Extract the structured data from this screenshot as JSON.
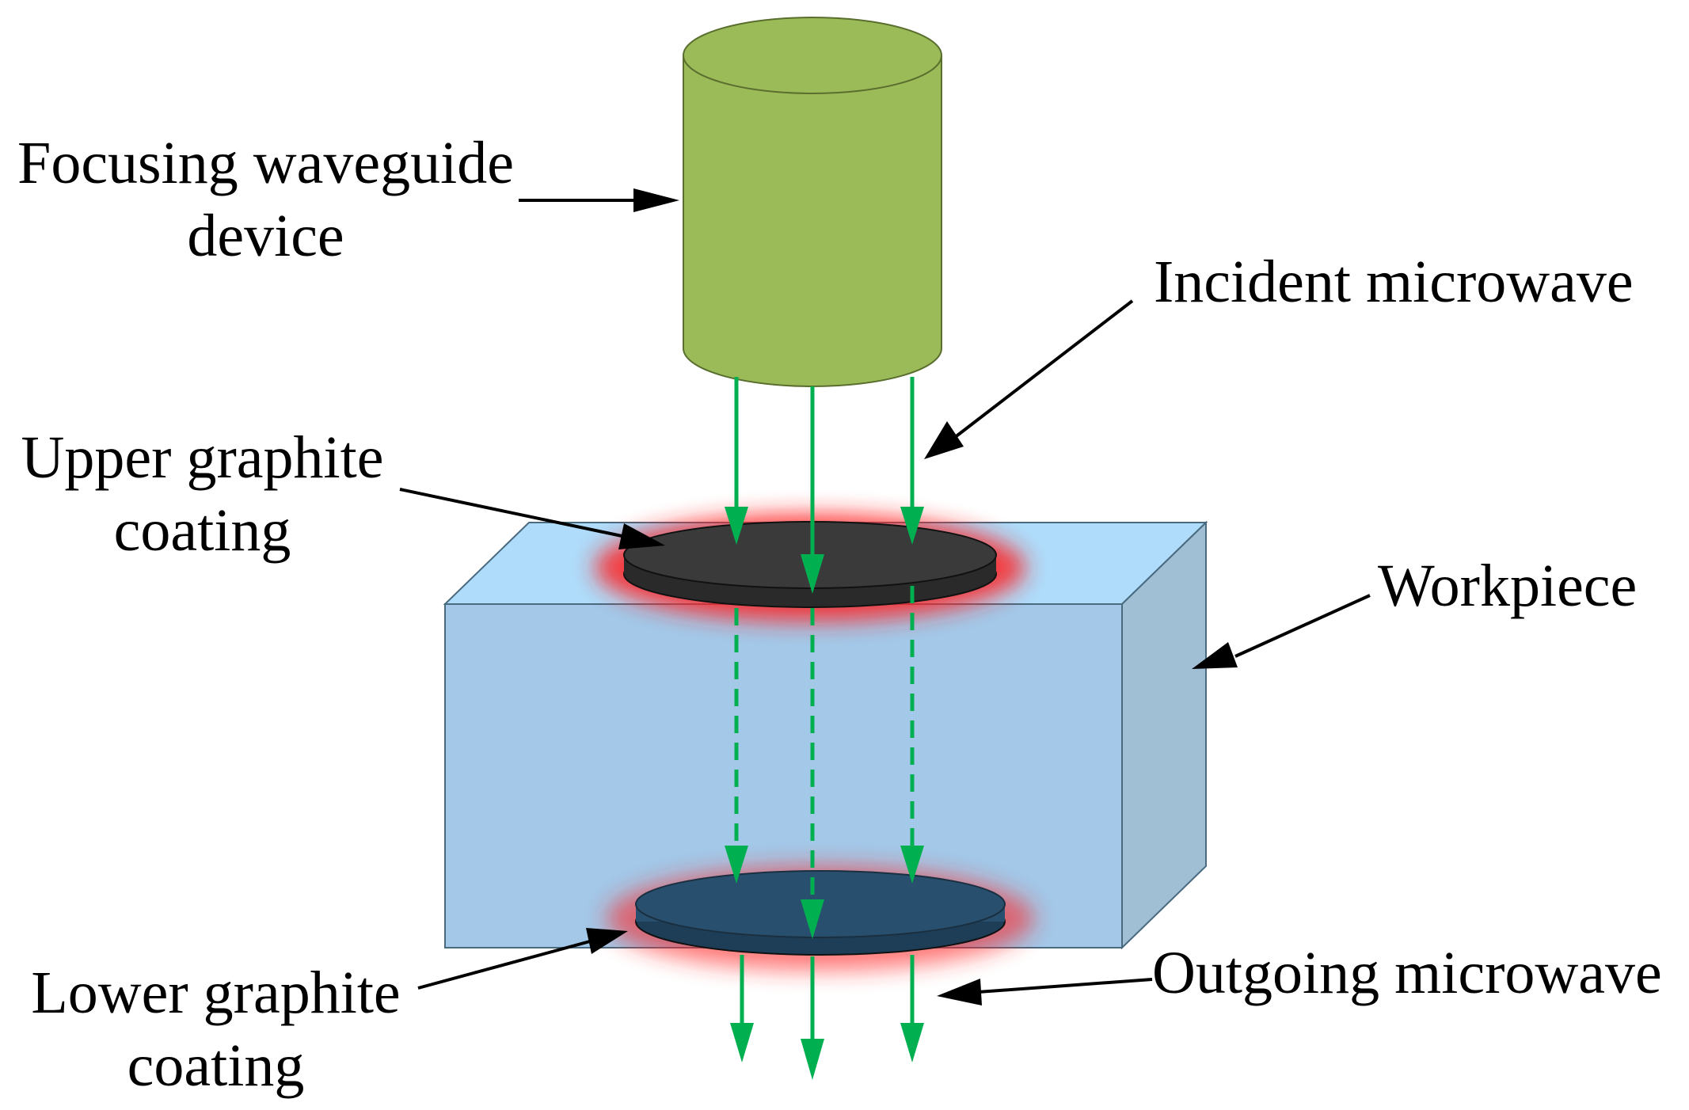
{
  "labels": {
    "focusing_device": {
      "line1": "Focusing waveguide",
      "line2": "device"
    },
    "incident": {
      "text": "Incident microwave"
    },
    "upper_coating": {
      "line1": "Upper graphite",
      "line2": "coating"
    },
    "workpiece": {
      "text": "Workpiece"
    },
    "lower_coating": {
      "line1": "Lower graphite",
      "line2": "coating"
    },
    "outgoing": {
      "text": "Outgoing microwave"
    }
  },
  "colors": {
    "waveguide_fill": "#9bbb59",
    "waveguide_stroke": "#5a6e2e",
    "workpiece_front": "#a3c8e8",
    "workpiece_top": "#aedcfa",
    "workpiece_side": "#a0bfd4",
    "upper_coating": "#3a3a3a",
    "lower_coating": "#28506e",
    "heat_glow": "#ff2020",
    "microwave": "#00b050",
    "pointer": "#000000"
  }
}
